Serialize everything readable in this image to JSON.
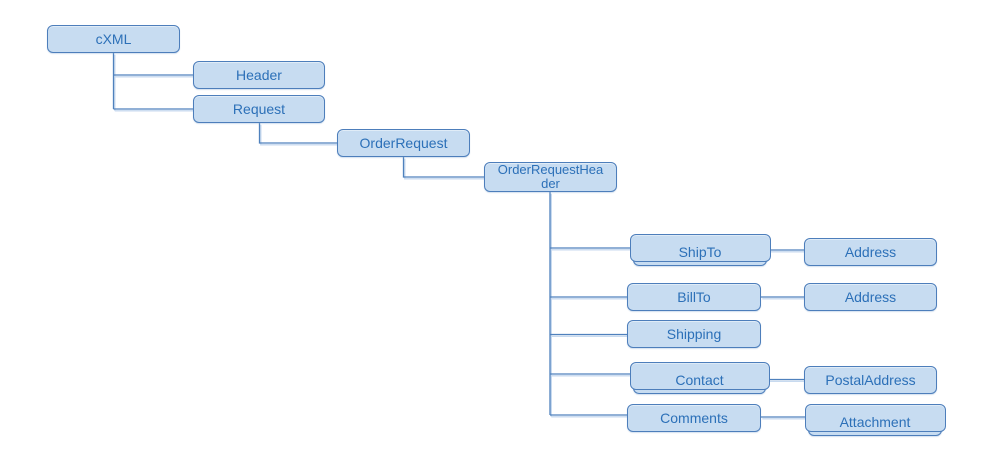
{
  "diagram": {
    "type": "hierarchy-tree",
    "subject": "cXML OrderRequest document structure",
    "colors": {
      "node_fill": "#c7dcf1",
      "node_border": "#4d7ebb",
      "text": "#2c70b8",
      "connector": "#4f81bd",
      "connector_shadow": "#c8daef",
      "background": "#ffffff"
    },
    "nodes": [
      {
        "id": "cxml",
        "label": "cXML",
        "stacked": false
      },
      {
        "id": "header",
        "label": "Header",
        "stacked": false
      },
      {
        "id": "request",
        "label": "Request",
        "stacked": false
      },
      {
        "id": "order-request",
        "label": "OrderRequest",
        "stacked": false
      },
      {
        "id": "order-request-header",
        "label": "OrderRequestHeader",
        "stacked": false
      },
      {
        "id": "ship-to",
        "label": "ShipTo",
        "stacked": true
      },
      {
        "id": "address-1",
        "label": "Address",
        "stacked": false
      },
      {
        "id": "bill-to",
        "label": "BillTo",
        "stacked": false
      },
      {
        "id": "address-2",
        "label": "Address",
        "stacked": false
      },
      {
        "id": "shipping",
        "label": "Shipping",
        "stacked": false
      },
      {
        "id": "contact",
        "label": "Contact",
        "stacked": true
      },
      {
        "id": "postal-address",
        "label": "PostalAddress",
        "stacked": false
      },
      {
        "id": "comments",
        "label": "Comments",
        "stacked": false
      },
      {
        "id": "attachment",
        "label": "Attachment",
        "stacked": true
      }
    ],
    "edges": [
      [
        "cXML",
        "Header"
      ],
      [
        "cXML",
        "Request"
      ],
      [
        "Request",
        "OrderRequest"
      ],
      [
        "OrderRequest",
        "OrderRequestHeader"
      ],
      [
        "OrderRequestHeader",
        "ShipTo"
      ],
      [
        "OrderRequestHeader",
        "BillTo"
      ],
      [
        "OrderRequestHeader",
        "Shipping"
      ],
      [
        "OrderRequestHeader",
        "Contact"
      ],
      [
        "OrderRequestHeader",
        "Comments"
      ],
      [
        "ShipTo",
        "Address"
      ],
      [
        "BillTo",
        "Address"
      ],
      [
        "Contact",
        "PostalAddress"
      ],
      [
        "Comments",
        "Attachment"
      ]
    ]
  }
}
